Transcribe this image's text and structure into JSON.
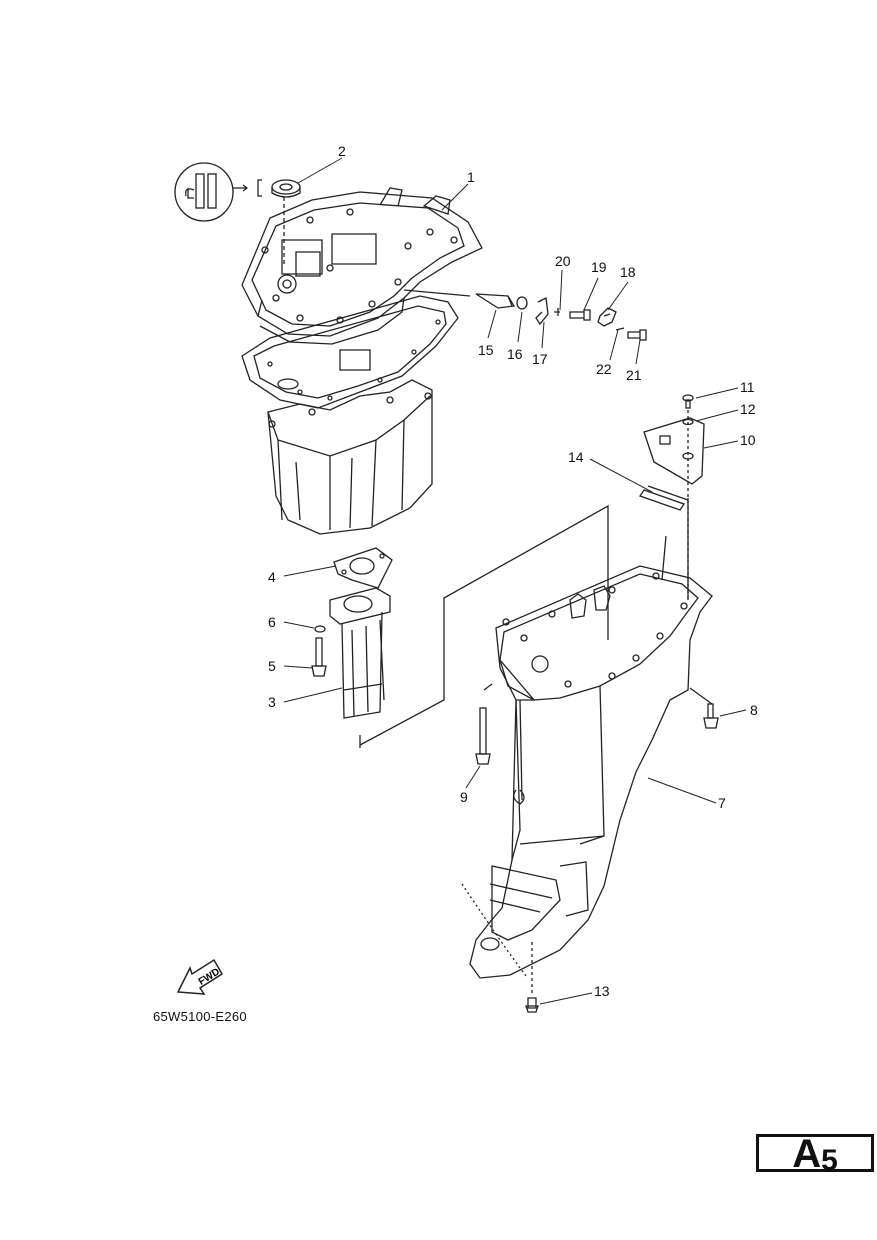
{
  "callouts": {
    "c1": "1",
    "c2": "2",
    "c3": "3",
    "c4": "4",
    "c5": "5",
    "c6": "6",
    "c7": "7",
    "c8": "8",
    "c9": "9",
    "c10": "10",
    "c11": "11",
    "c12": "12",
    "c13": "13",
    "c14": "14",
    "c15": "15",
    "c16": "16",
    "c17": "17",
    "c18": "18",
    "c19": "19",
    "c20": "20",
    "c21": "21",
    "c22": "22"
  },
  "fwd_label": "FWD",
  "drawing_code": "65W5100-E260",
  "page_tag": {
    "letter": "A",
    "number": "5"
  }
}
